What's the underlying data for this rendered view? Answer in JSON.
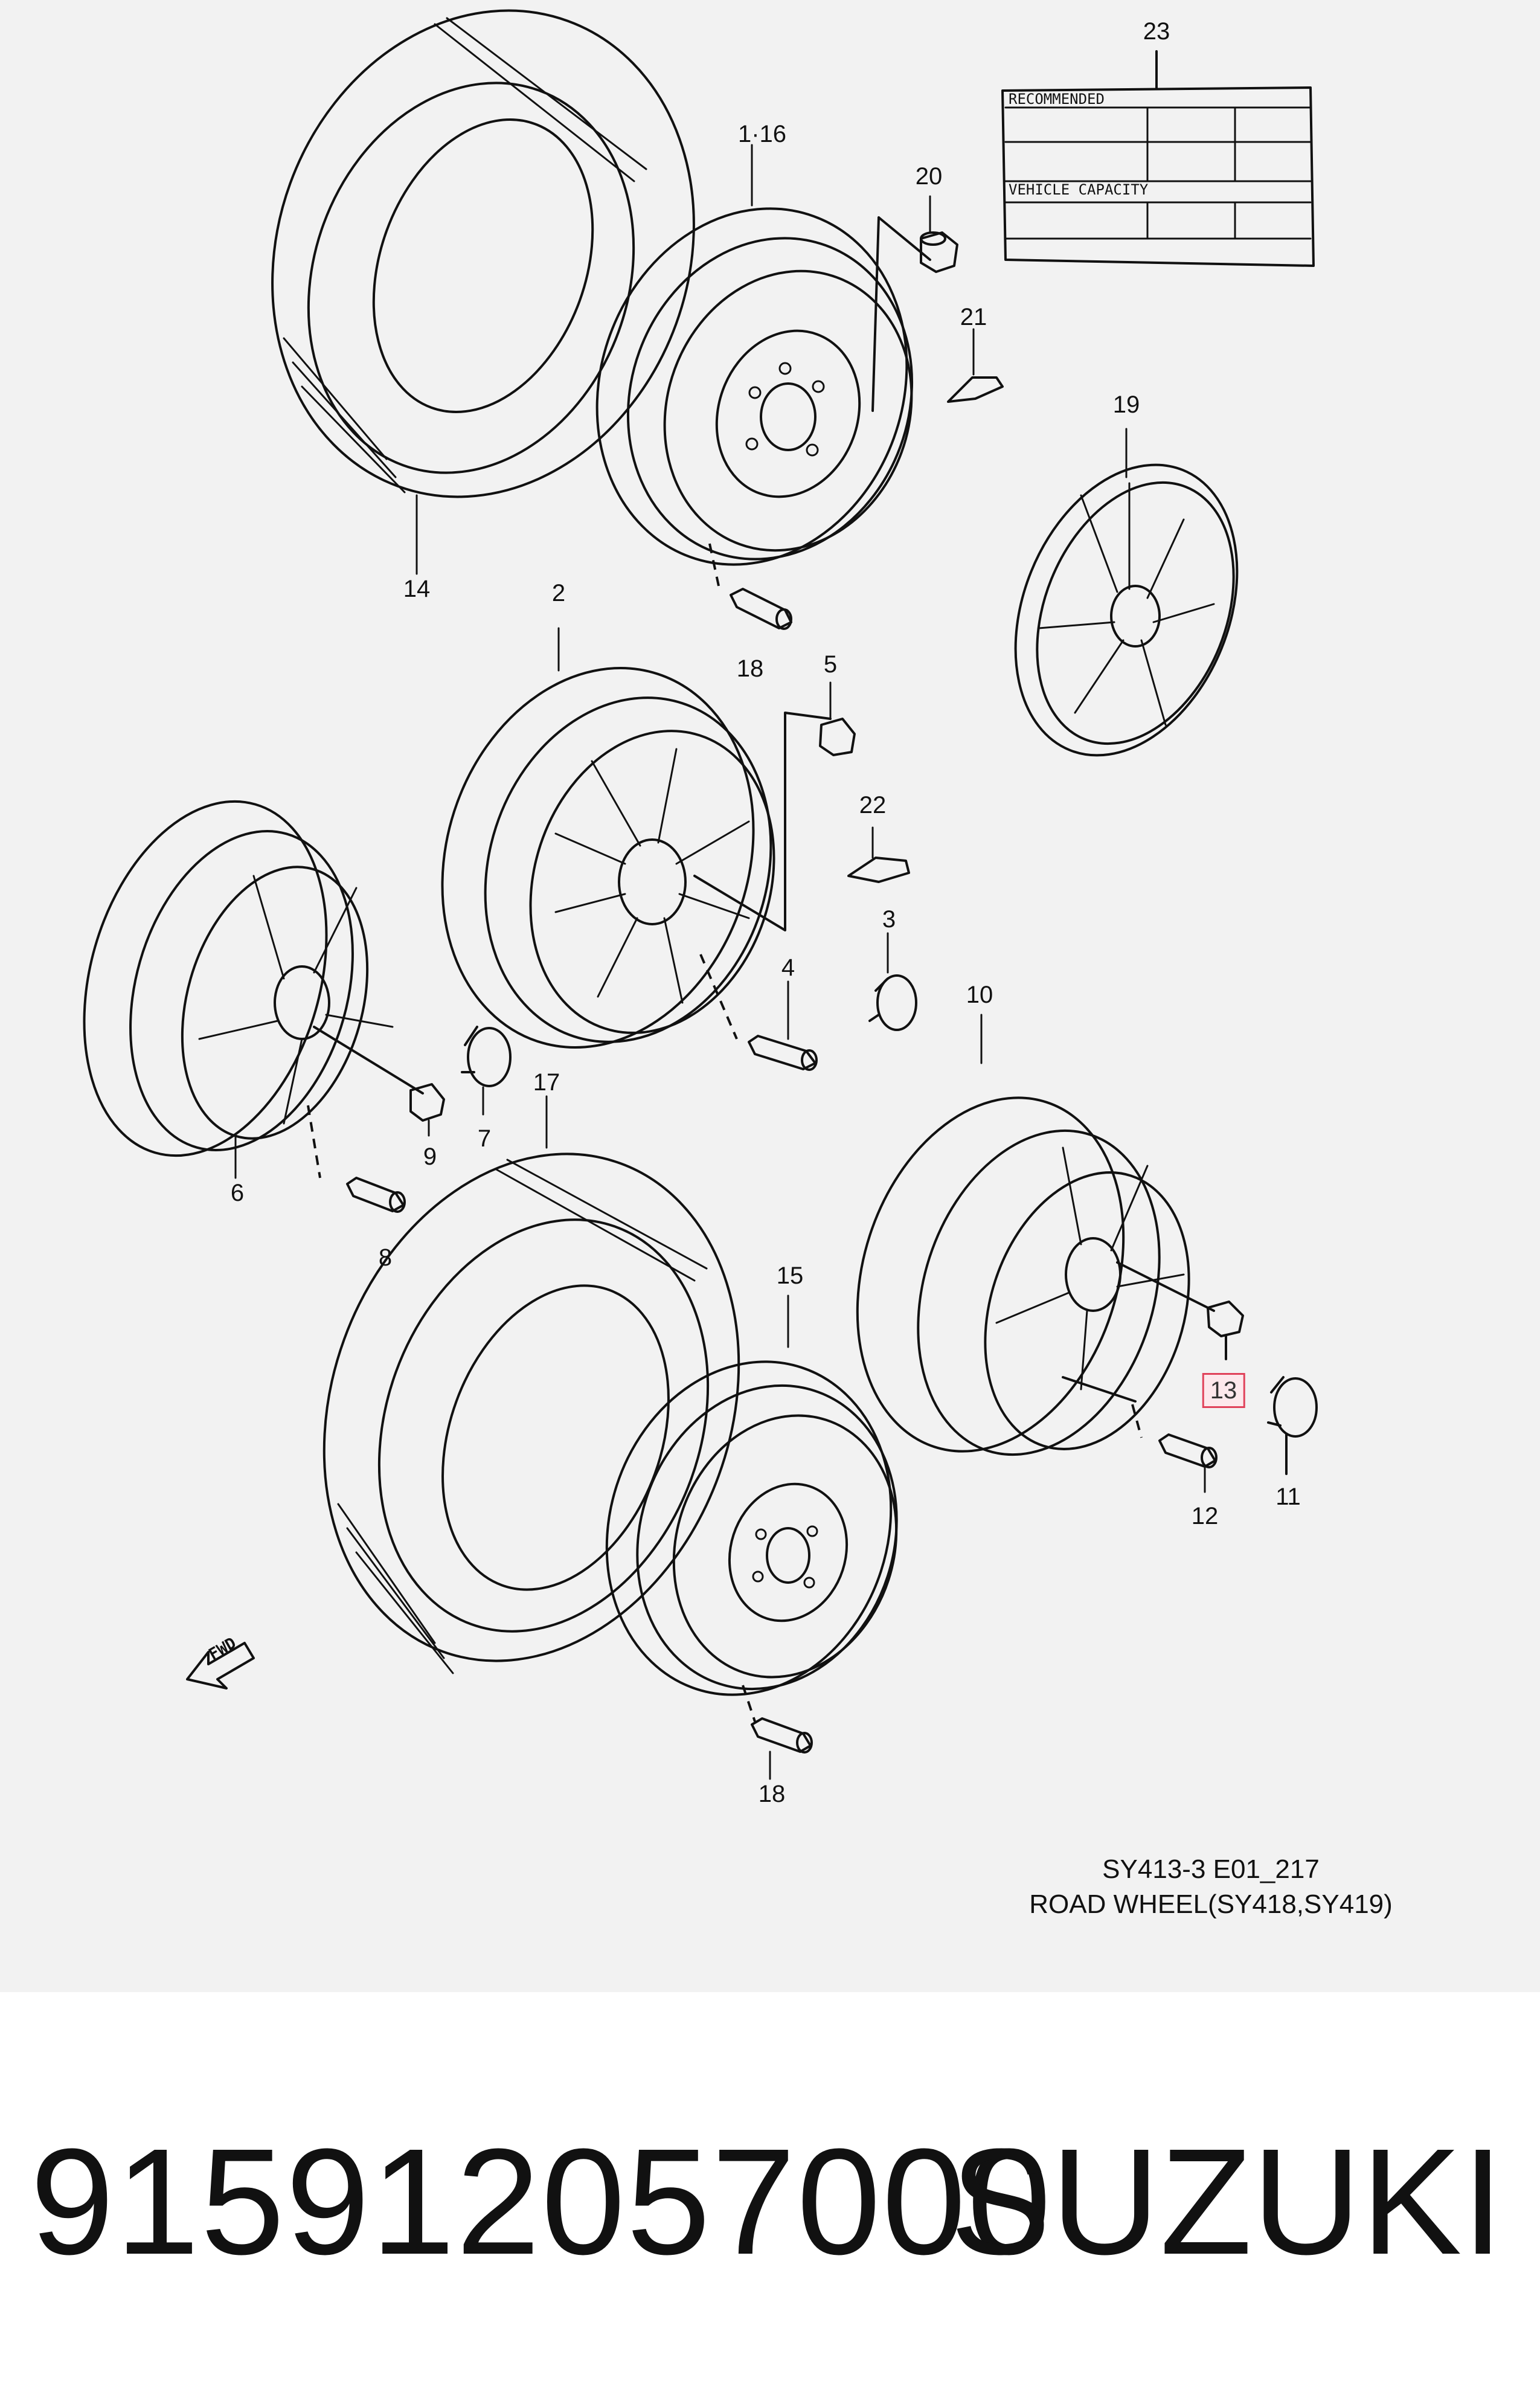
{
  "diagram": {
    "callouts": [
      {
        "id": "c23",
        "text": "23"
      },
      {
        "id": "c1-16",
        "text": "1·16"
      },
      {
        "id": "c20",
        "text": "20"
      },
      {
        "id": "c21",
        "text": "21"
      },
      {
        "id": "c19",
        "text": "19"
      },
      {
        "id": "c14",
        "text": "14"
      },
      {
        "id": "c2",
        "text": "2"
      },
      {
        "id": "c18a",
        "text": "18"
      },
      {
        "id": "c5",
        "text": "5"
      },
      {
        "id": "c22",
        "text": "22"
      },
      {
        "id": "c3",
        "text": "3"
      },
      {
        "id": "c4",
        "text": "4"
      },
      {
        "id": "c10",
        "text": "10"
      },
      {
        "id": "c6",
        "text": "6"
      },
      {
        "id": "c9",
        "text": "9"
      },
      {
        "id": "c7",
        "text": "7"
      },
      {
        "id": "c17",
        "text": "17"
      },
      {
        "id": "c8",
        "text": "8"
      },
      {
        "id": "c15",
        "text": "15"
      },
      {
        "id": "c13",
        "text": "13",
        "highlighted": true
      },
      {
        "id": "c12",
        "text": "12"
      },
      {
        "id": "c11",
        "text": "11"
      },
      {
        "id": "c18b",
        "text": "18"
      }
    ],
    "tire_label": {
      "heading": "RECOMMENDED",
      "section": "VEHICLE CAPACITY"
    },
    "fwd_arrow": "FWD",
    "reference_code": "SY413-3 E01_217",
    "reference_title": "ROAD WHEEL(SY418,SY419)"
  },
  "footer": {
    "part_number": "915912057000",
    "brand": "SUZUKI"
  },
  "colors": {
    "diagram_background": "#f2f2f2",
    "highlight_border": "#e0425a",
    "highlight_fill": "#fde8ec"
  }
}
